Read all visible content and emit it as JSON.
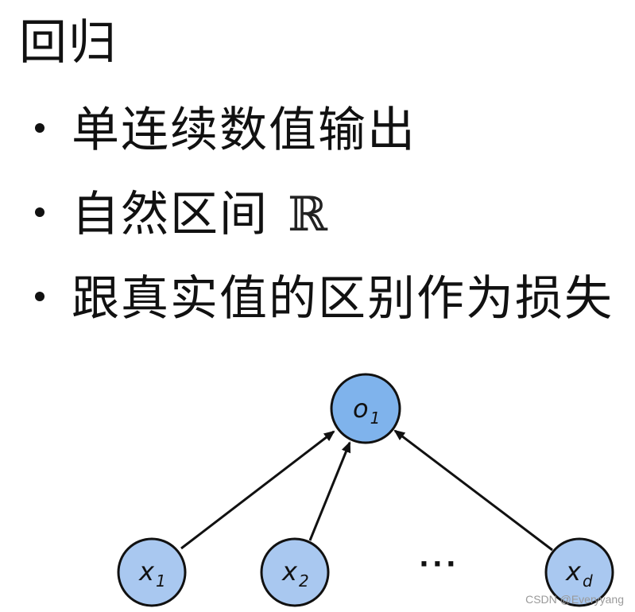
{
  "title": "回归",
  "bullets": [
    {
      "text": "单连续数值输出"
    },
    {
      "text": "自然区间",
      "math": "ℝ"
    },
    {
      "text": "跟真实值的区别作为损失"
    }
  ],
  "diagram": {
    "output_node": {
      "label": "o",
      "sub": "1"
    },
    "input_nodes": [
      {
        "label": "x",
        "sub": "1"
      },
      {
        "label": "x",
        "sub": "2"
      },
      {
        "label": "x",
        "sub": "d"
      }
    ],
    "ellipsis": "···",
    "colors": {
      "output_fill": "#7fb3ec",
      "input_fill": "#a9c8f0",
      "stroke": "#111111"
    }
  },
  "watermark": "CSDN @Everyyang"
}
